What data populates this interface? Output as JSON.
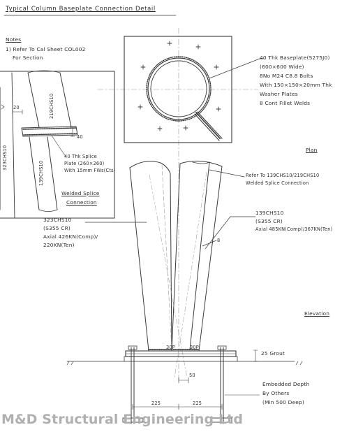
{
  "title": "Typical Column Baseplate Connection Detail",
  "notes": {
    "heading": "Notes",
    "line1": "1) Refer To Cal Sheet COL002",
    "line2": "For Section"
  },
  "splice_detail": {
    "member_upper": "219CHS10",
    "member_lower": "139CHS10",
    "member_left": "323CHS10",
    "dim_gap": "20",
    "dim_plate": "40",
    "plate_note": [
      "40 Thk Splice",
      "Plate (260×260)",
      "With 15mm FWs(Cts)"
    ],
    "caption_line1": "Welded Splice",
    "caption_line2": "Connection"
  },
  "plan": {
    "label": "Plan",
    "baseplate_note": [
      "40 Thk Baseplate(S275J0)",
      "(600×600 Wide)",
      "8No M24 C8.8 Bolts",
      "With 150×150×20mm Thk",
      "Washer Plates",
      "8 Cont Fillet Welds"
    ]
  },
  "elevation": {
    "label": "Elevation",
    "splice_ref": [
      "Refer To 139CHS10/219CHS10",
      "Welded Splice Connection"
    ],
    "left_member": [
      "323CHS10",
      "(S355 CR)",
      "Axial 426KN(Comp)/",
      "220KN(Ten)"
    ],
    "right_member": [
      "139CHS10",
      "(S355 CR)",
      "Axial 485KN(Comp)/367KN(Ten)"
    ],
    "weld_left": "30P",
    "weld_right": "30P",
    "weld_size": "8",
    "grout": "25 Grout",
    "dim_50": "50",
    "dim_225_left": "225",
    "dim_225_right": "225",
    "embed_note": [
      "Embedded Depth",
      "By Others",
      "(Min 500 Deep)"
    ]
  },
  "watermark": "M&D Structural Engineering Ltd"
}
